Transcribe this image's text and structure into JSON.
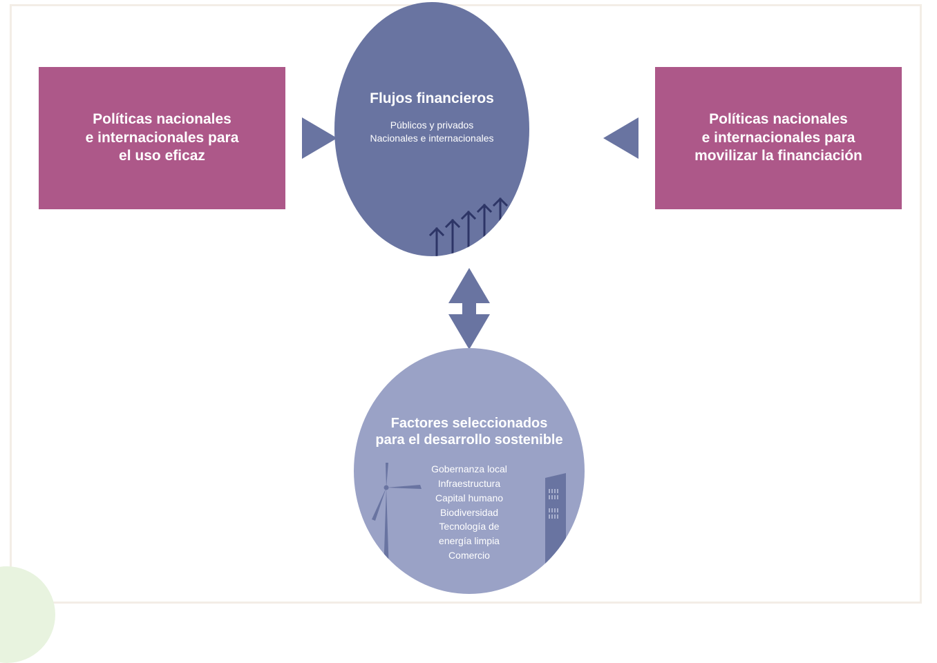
{
  "colors": {
    "policy_box": "#ad5889",
    "flows_circle": "#6974a1",
    "factors_circle": "#9aa2c6",
    "connector": "#6974a1",
    "frame_border": "#f3ede6"
  },
  "left_box": {
    "lines": [
      "Políticas nacionales",
      "e internacionales para",
      "el uso eficaz"
    ]
  },
  "right_box": {
    "lines": [
      "Políticas nacionales",
      "e internacionales para",
      "movilizar la financiación"
    ]
  },
  "flows_circle": {
    "title": "Flujos financieros",
    "lines": [
      "Públicos y privados",
      "Nacionales e internacionales"
    ],
    "icon": "rising-arrows-icon"
  },
  "factors_circle": {
    "title_lines": [
      "Factores seleccionados",
      "para el desarrollo sostenible"
    ],
    "items": [
      "Gobernanza local",
      "Infraestructura",
      "Capital humano",
      "Biodiversidad",
      "Tecnología de",
      "energía limpia",
      "Comercio"
    ],
    "icons": [
      "wind-turbine-icon",
      "building-icon"
    ]
  }
}
